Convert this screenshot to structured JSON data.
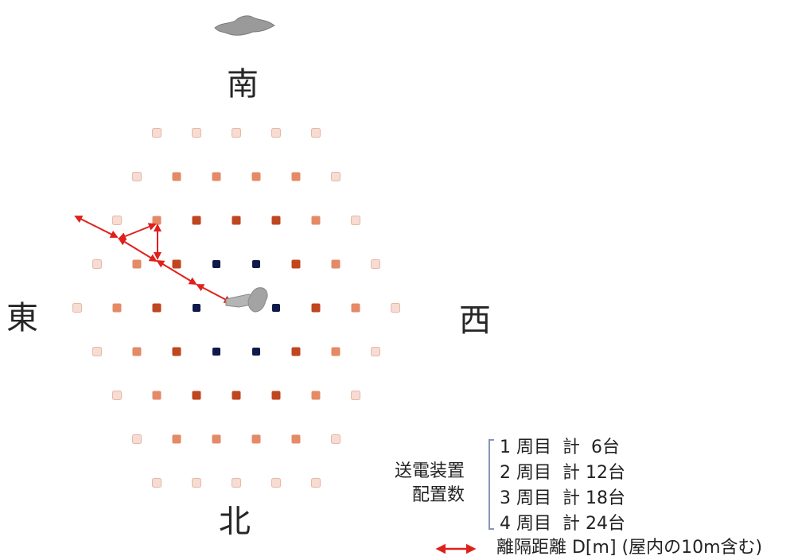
{
  "compass": {
    "south": "南",
    "north": "北",
    "east": "東",
    "west": "西"
  },
  "legend": {
    "heading_line1": "送電装置",
    "heading_line2": "配置数",
    "rings": [
      {
        "text": "1 周目  計  6台",
        "count": 6
      },
      {
        "text": "2 周目  計 12台",
        "count": 12
      },
      {
        "text": "3 周目  計 18台",
        "count": 18
      },
      {
        "text": "4 周目  計 24台",
        "count": 24
      }
    ],
    "distance_label": "離隔距離 D[m] (屋内の10m含む)"
  },
  "colors": {
    "ring1": "#0f1a4a",
    "ring2": "#c0461f",
    "ring3": "#e58a66",
    "ring4": "#f6dcd2",
    "arrow": "#e0201b",
    "bracket": "#8796b8",
    "drone": "#9a9a9a"
  },
  "icons": {
    "top": "cloud-drone-icon",
    "center": "receiver-drone-icon",
    "distance": "double-arrow-icon"
  }
}
